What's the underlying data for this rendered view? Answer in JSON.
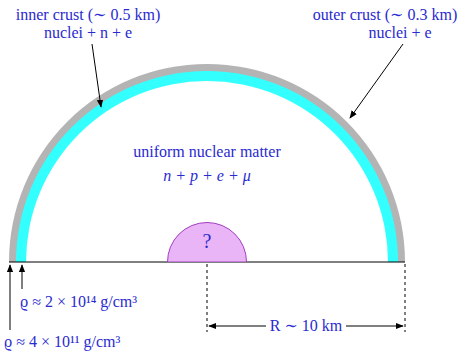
{
  "diagram": {
    "nodes": [
      {
        "text": [
          "uniform nuclear matter",
          "n + p + e + μ"
        ]
      },
      {
        "text": [
          "?"
        ],
        "in": 0
      }
    ],
    "labels": [
      "inner crust (∼ 0.5 km)",
      "nuclei + n + e",
      "outer crust (∼ 0.3 km)",
      "nuclei + e",
      "ϱ ≈ 2 × 10¹⁴ g/cm³",
      "ϱ ≈ 4 × 10¹¹ g/cm³",
      "R ∼ 10 km"
    ]
  }
}
